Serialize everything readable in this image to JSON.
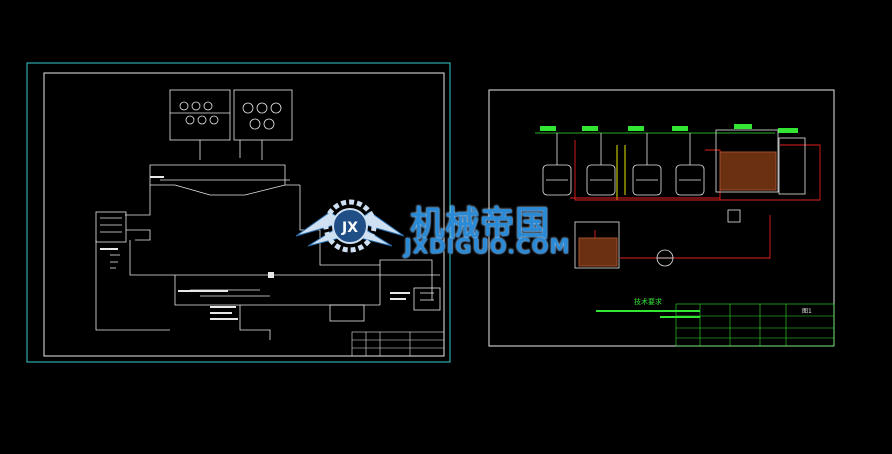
{
  "watermark": {
    "brand_cn": "机械帝国",
    "url": "JXDIGUO.COM",
    "emblem_letters": "JX"
  },
  "right_drawing": {
    "tech_title": "技术要求",
    "title_block_name": "图1"
  },
  "colors": {
    "background": "#000000",
    "frame_cyan": "#33cccc",
    "line_white": "#e8e8e8",
    "line_green": "#33e633",
    "line_red": "#e02020",
    "line_yellow": "#e6e600",
    "hatch_brown": "#a0522d",
    "watermark_blue": "#2a8ad6"
  }
}
